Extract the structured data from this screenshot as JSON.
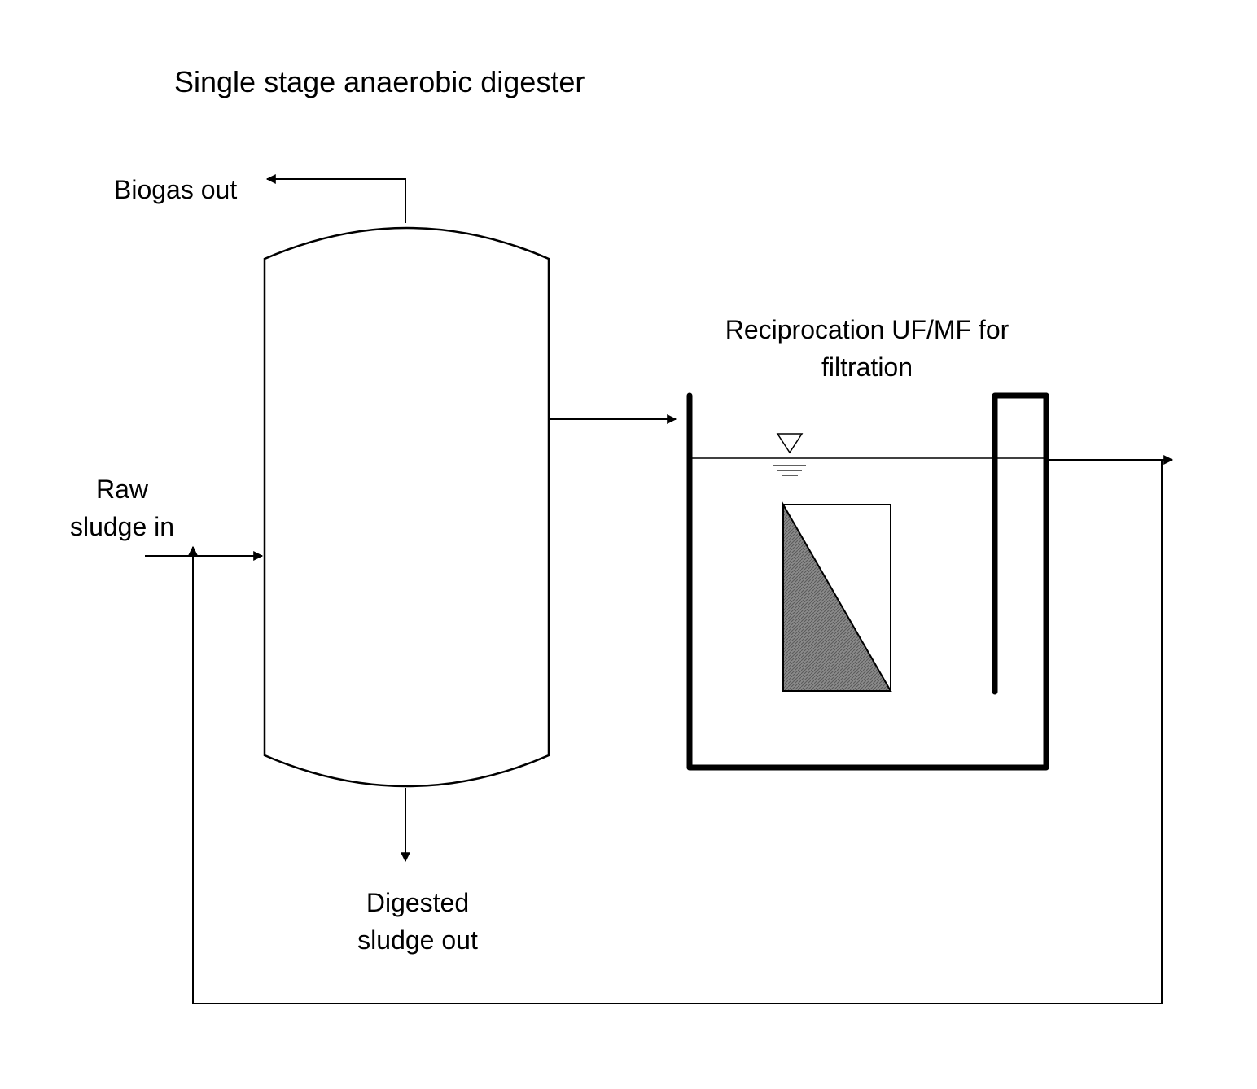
{
  "diagram": {
    "title": "Single stage anaerobic digester",
    "labels": {
      "biogas_out": "Biogas out",
      "raw_sludge_line1": "Raw",
      "raw_sludge_line2": "sludge in",
      "digested_line1": "Digested",
      "digested_line2": "sludge out",
      "filtration_line1": "Reciprocation UF/MF for",
      "filtration_line2": "filtration"
    },
    "colors": {
      "stroke": "#000000",
      "membrane_fill": "#8a8a8a",
      "background": "#ffffff"
    }
  }
}
